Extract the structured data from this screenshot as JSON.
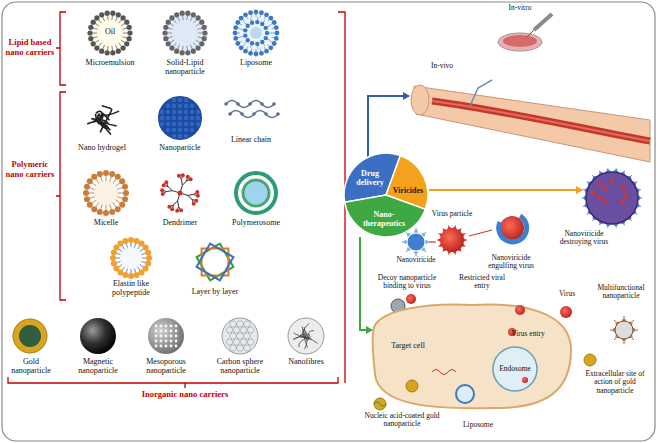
{
  "diagram": {
    "nodes": [
      {
        "text": [
          "Drug delivery"
        ]
      },
      {
        "text": [
          "Viricides"
        ]
      },
      {
        "text": [
          "Nano-therapeutics"
        ]
      },
      {
        "text": [
          "Target cell"
        ]
      },
      {
        "text": [
          "Endosome"
        ],
        "in": 3
      }
    ],
    "edges": [
      {
        "from": 2,
        "to": 3,
        "arrow": "to"
      }
    ],
    "labels": [
      "Lipid based nano carriers",
      "Oil",
      "Microemulsion",
      "Solid-Lipid nanoparticle",
      "Liposome",
      "Polymeric nano carriers",
      "Nano hydrogel",
      "Nanoparticle",
      "Linear chain",
      "Micelle",
      "Dendrimer",
      "Polymerosome",
      "Elastin like polypeptide",
      "Layer by layer",
      "Gold nanoparticle",
      "Magnetic nanoparticle",
      "Mesoporous nanoparticle",
      "Carbon sphere nanoparticle",
      "Nanofibres",
      "Inorganic nano carriers",
      "In-vitro",
      "In-vivo",
      "Virus particle",
      "Nanoviricide",
      "Nanoviricide engulfing virus",
      "Nanoviricide destroying virus",
      "Decoy nanoparticle binding to virus",
      "Restricted viral entry",
      "Virus",
      "Multifunctional nanoparticle",
      "Virus entry",
      "Extracellular site of action of gold nanoparticle",
      "Nucleic acid-coated gold nanoparticle",
      "Liposome"
    ]
  }
}
